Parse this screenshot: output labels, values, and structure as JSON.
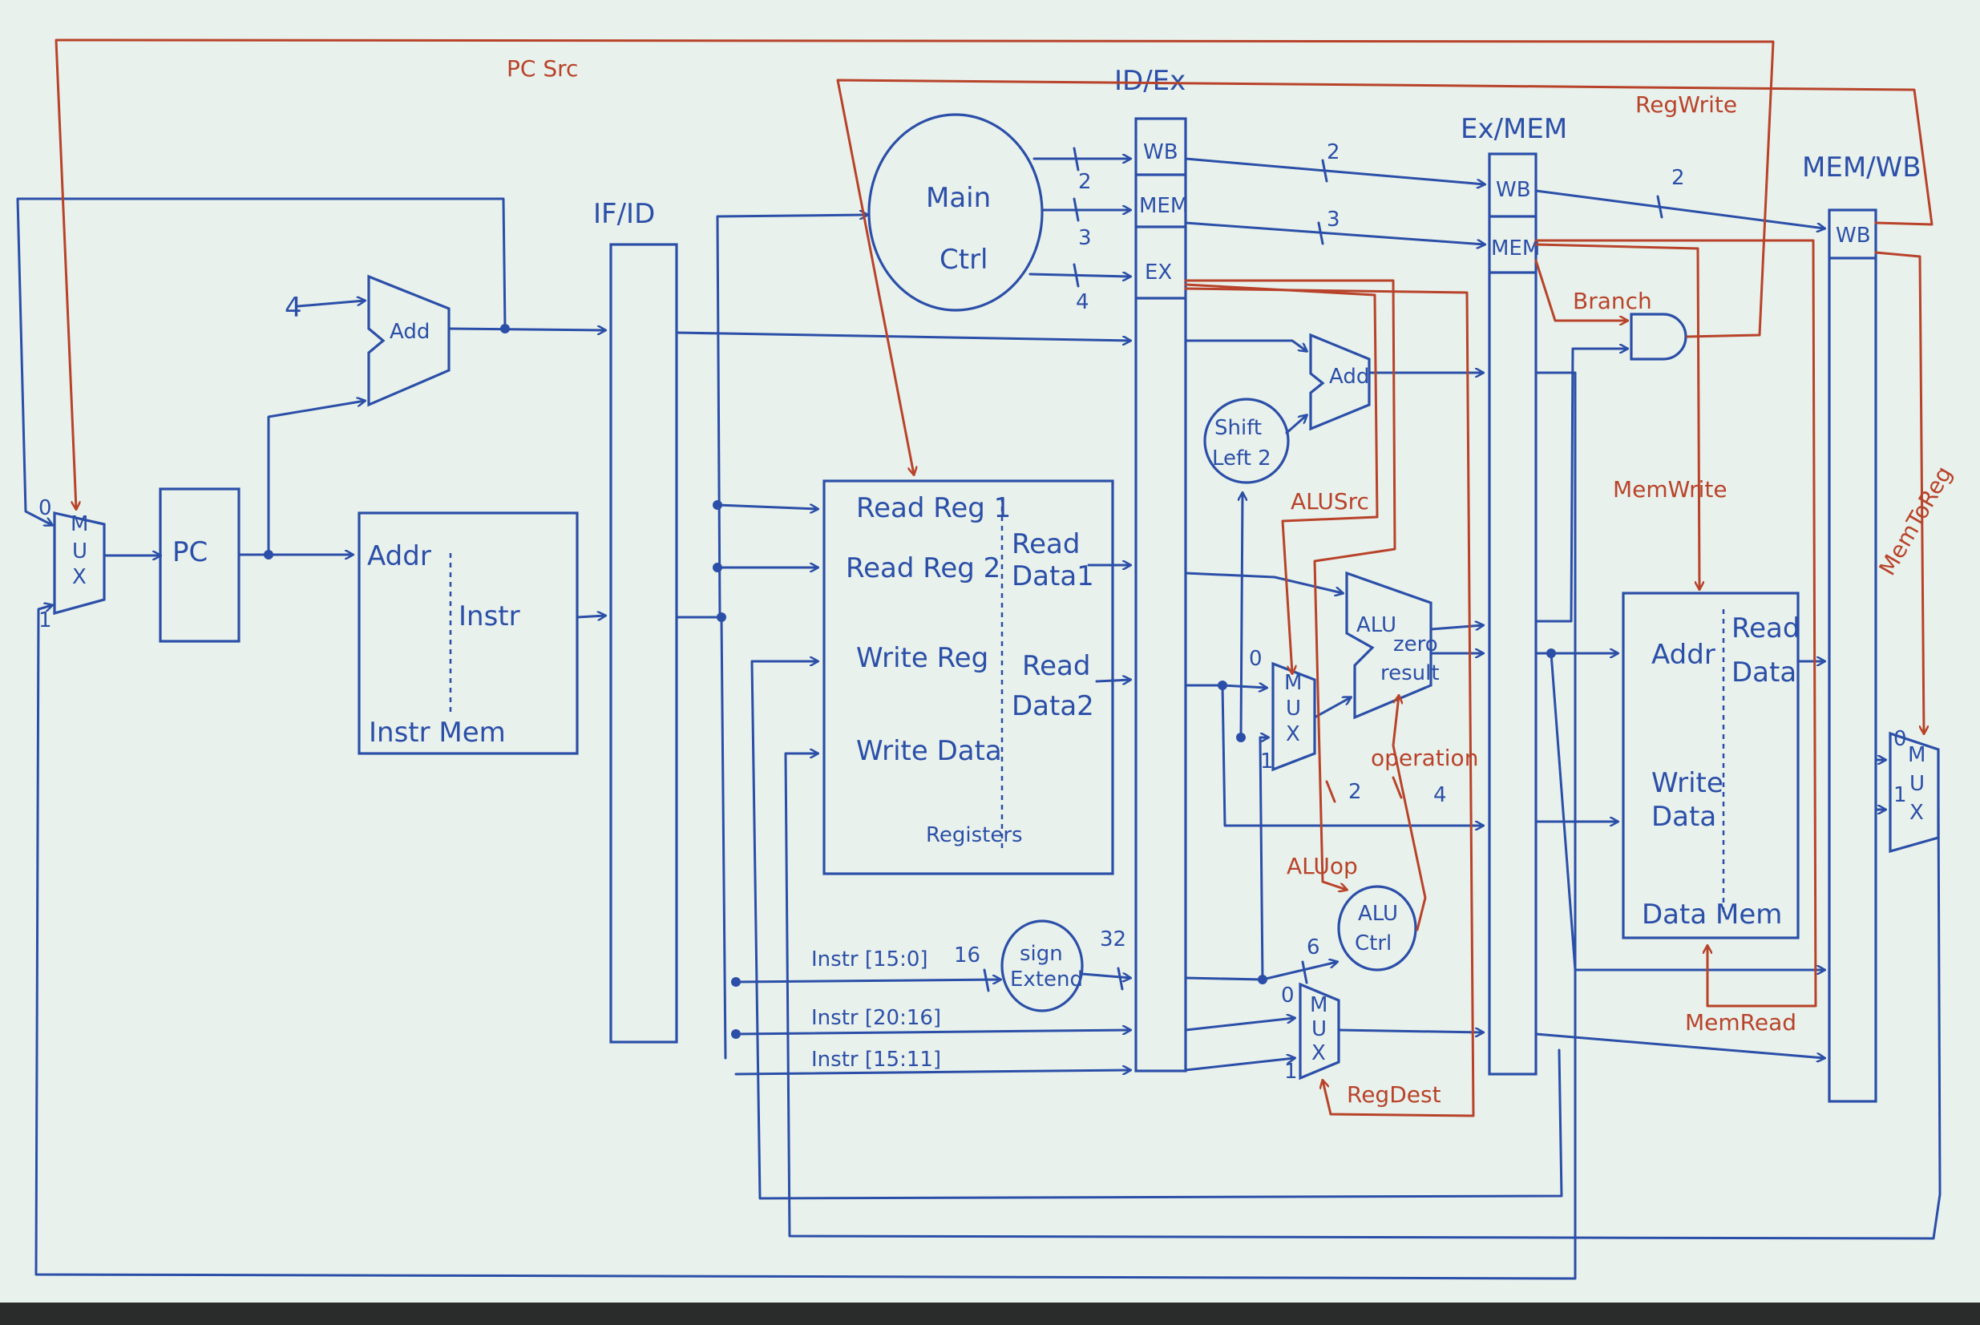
{
  "pipeline_registers": {
    "if_id": "IF/ID",
    "id_ex": "ID/Ex",
    "ex_mem": "Ex/MEM",
    "mem_wb": "MEM/WB"
  },
  "register_fields": {
    "wb": "WB",
    "mem": "MEM",
    "ex": "EX"
  },
  "blocks": {
    "pc": "PC",
    "add": "Add",
    "four": "4",
    "instr_mem": {
      "addr": "Addr",
      "instr": "Instr",
      "title": "Instr  Mem"
    },
    "main_ctrl": [
      "Main",
      "Ctrl"
    ],
    "registers": {
      "read_reg1": "Read Reg 1",
      "read_reg2": "Read Reg 2",
      "write_reg": "Write Reg",
      "write_data": "Write Data",
      "read_data1": [
        "Read",
        "Data1"
      ],
      "read_data2": [
        "Read",
        "Data2"
      ],
      "title": "Registers"
    },
    "shift_left": [
      "Shift",
      "Left 2"
    ],
    "alu": {
      "name": "ALU",
      "zero": "zero",
      "result": "result"
    },
    "alu_ctrl": [
      "ALU",
      "Ctrl"
    ],
    "sign_extend": [
      "sign",
      "Extend"
    ],
    "data_mem": {
      "addr": "Addr",
      "read_data": [
        "Read",
        "Data"
      ],
      "write_data": [
        "Write",
        "Data"
      ],
      "title": "Data  Mem"
    },
    "mux_letters": [
      "M",
      "U",
      "X"
    ]
  },
  "signals": {
    "pc_src": "PC Src",
    "reg_write": "RegWrite",
    "branch": "Branch",
    "mem_write": "MemWrite",
    "mem_to_reg": "MemToReg",
    "mem_read": "MemRead",
    "alu_src": "ALUSrc",
    "operation": "operation",
    "alu_op": "ALUop",
    "reg_dest": "RegDest"
  },
  "instr_fields": {
    "i15_0": "Instr [15:0]",
    "i20_16": "Instr [20:16]",
    "i15_11": "Instr [15:11]"
  },
  "bus_widths": {
    "w2a": "2",
    "w3a": "3",
    "w4a": "4",
    "w2b": "2",
    "w3b": "3",
    "w2c": "2",
    "w16": "16",
    "w32": "32",
    "w6": "6",
    "op2": "2",
    "op4": "4"
  },
  "mux_inputs": {
    "zero": "0",
    "one": "1"
  }
}
